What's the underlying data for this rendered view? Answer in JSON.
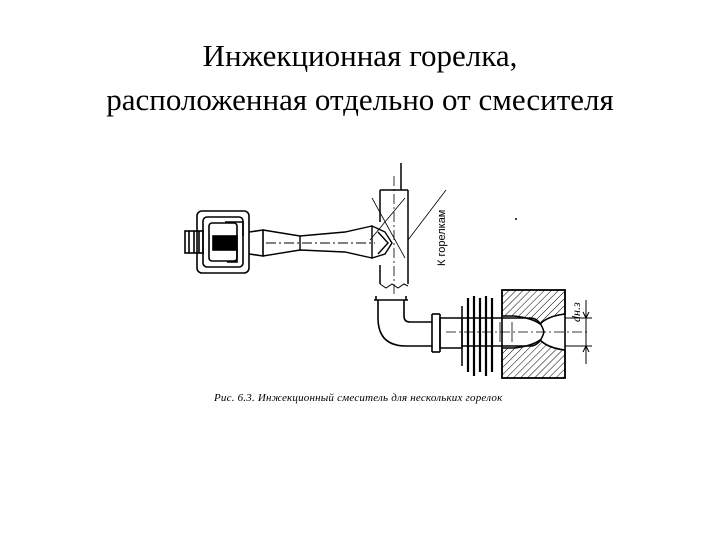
{
  "slide": {
    "title_line1": "Инжекционная горелка,",
    "title_line2": "расположенная отдельно от смесителя"
  },
  "figure": {
    "label_to_burners": "К горелкам",
    "label_dimension": "dн.з",
    "caption": "Рис. 6.3. Инжекционный смеситель для нескольких горелок"
  },
  "colors": {
    "ink": "#000000",
    "background": "#ffffff"
  }
}
